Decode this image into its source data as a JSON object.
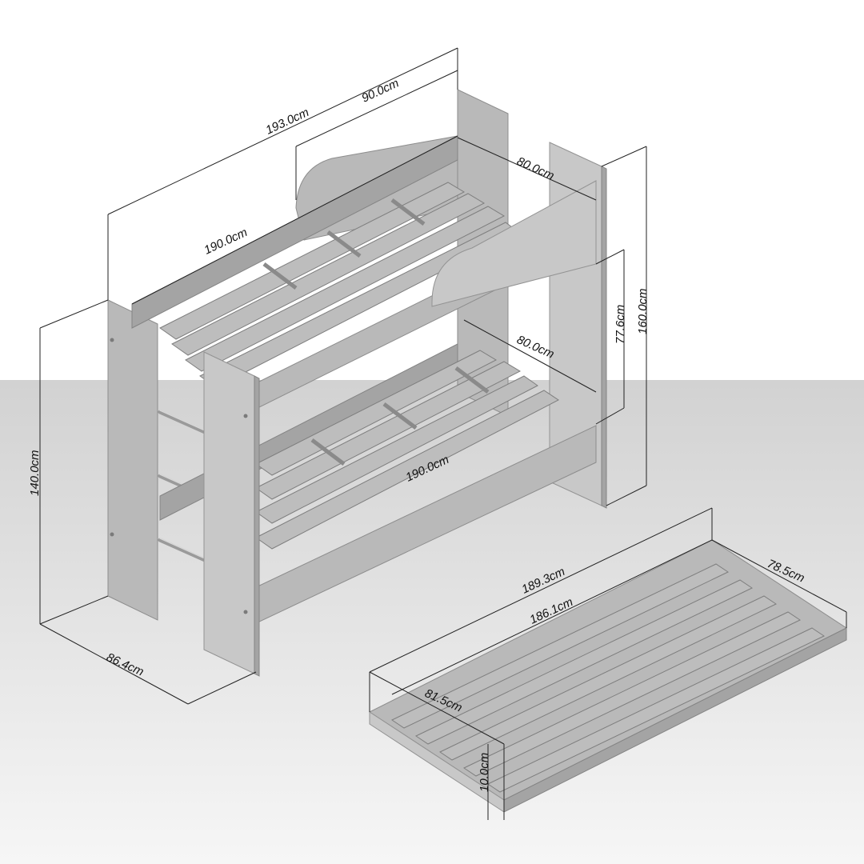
{
  "colors": {
    "background_wall": "#ffffff",
    "floor_top": "#d2d2d2",
    "floor_bottom": "#f6f6f6",
    "wood": "#b9b9b9",
    "dimension_line": "#222222"
  },
  "dimensions": {
    "bed_length_outer": "193.0cm",
    "headboard_length": "90.0cm",
    "upper_width": "80.0cm",
    "upper_mattress_length": "190.0cm",
    "overall_height": "160.0cm",
    "lower_clearance": "77.6cm",
    "lower_width": "80.0cm",
    "lower_mattress_length": "190.0cm",
    "post_height": "140.0cm",
    "overall_depth": "86.4cm",
    "trundle_outer_length": "189.3cm",
    "trundle_inner_length": "186.1cm",
    "trundle_outer_width": "78.5cm",
    "trundle_inner_width": "81.5cm",
    "trundle_height": "10.0cm"
  }
}
